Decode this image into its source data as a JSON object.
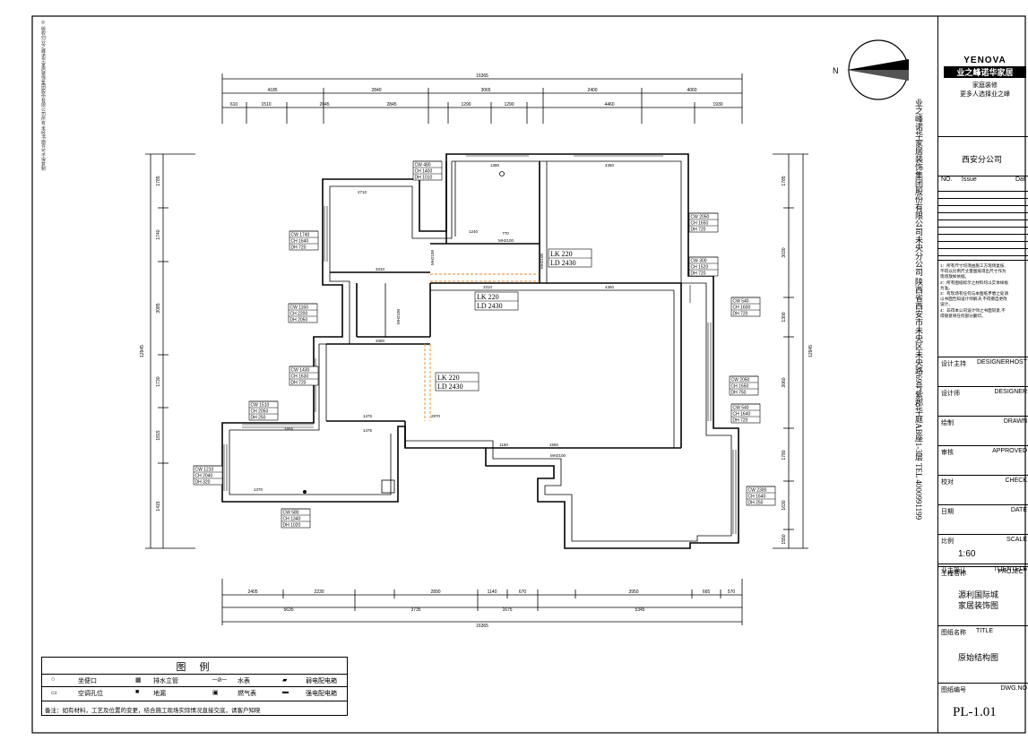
{
  "drawing": {
    "compass_letter": "N",
    "dims_top_total": "16365",
    "dims_top_row1": [
      "4185",
      "2840",
      "3065",
      "2400",
      "4060"
    ],
    "dims_top_row2": [
      "610",
      "1510",
      "2045",
      "2845",
      "1290",
      "1290",
      "4460",
      "1930"
    ],
    "dims_bottom_row1": [
      "2405",
      "2230",
      "2890",
      "1140",
      "670",
      "3950",
      "665",
      "570"
    ],
    "dims_bottom_row2": [
      "5635",
      "3735",
      "1675",
      "5345"
    ],
    "dims_bottom_total": "16365",
    "dims_left_total": "12945",
    "dims_left": [
      "1785",
      "1740",
      "3085",
      "1730",
      "1815",
      "1415"
    ],
    "dims_right_total": "12945",
    "dims_right": [
      "1785",
      "3030",
      "1300",
      "3060",
      "1780",
      "1630",
      "1550"
    ],
    "room_dims": [
      "2710",
      "3310",
      "1380",
      "4360",
      "3310",
      "4360",
      "3380",
      "1475",
      "1655",
      "1475",
      "1160",
      "2870",
      "1560",
      "770",
      "1240",
      "1370"
    ],
    "wall_heights": [
      "MH2100",
      "MH2100",
      "MH2100",
      "MH2100",
      "MH2100"
    ],
    "window_tags": [
      {
        "cw": "CW 480",
        "ch": "CH 1400",
        "dh": "DH 1010"
      },
      {
        "cw": "CW 1740",
        "ch": "CH 1640",
        "dh": "DH 720"
      },
      {
        "cw": "CW 2050",
        "ch": "CH 1650",
        "dh": "DH 720"
      },
      {
        "cw": "CW 300",
        "ch": "CH 1520",
        "dh": "DH 720"
      },
      {
        "cw": "CW 1160",
        "ch": "CH 2200",
        "dh": "DH 2050"
      },
      {
        "cw": "CW 540",
        "ch": "CH 1600",
        "dh": "DH 720"
      },
      {
        "cw": "CW 1430",
        "ch": "CH 1630",
        "dh": "DH 720"
      },
      {
        "cw": "CW 2050",
        "ch": "CH 1650",
        "dh": "DH 750"
      },
      {
        "cw": "CW 1510",
        "ch": "CH 2050",
        "dh": "DH 250"
      },
      {
        "cw": "CW 540",
        "ch": "CH 1640",
        "dh": "DH 720"
      },
      {
        "cw": "CW 1210",
        "ch": "CH 2040",
        "dh": "DH 320"
      },
      {
        "cw": "CW 2300",
        "ch": "CH 1640",
        "dh": "DH 250"
      },
      {
        "cw": "CW 580",
        "ch": "CH 1340",
        "dh": "DH 1020"
      }
    ],
    "beam_tags": [
      {
        "lk": "LK  220",
        "ld": "LD  2430"
      },
      {
        "lk": "LK  220",
        "ld": "LD  2430"
      },
      {
        "lk": "LK  220",
        "ld": "LD  2430"
      }
    ]
  },
  "legend": {
    "title": "图   例",
    "items_row1": [
      "坐便口",
      "排水立管",
      "水表",
      "弱电配电箱"
    ],
    "items_row2": [
      "空调孔位",
      "地漏",
      "燃气表",
      "强电配电箱"
    ],
    "note": "备注：如有材料，工艺及位置的变更，结合施工现场实际情况直接交底，请客户知晓"
  },
  "side_note": "◎ 版权归业之峰诺华家居装饰集团股份有限公司所有 未经书面许可不得复制",
  "company_vertical": "业之峰诺华家居装饰集团股份有限公司未央分公司  陕西省西安市未央区未央路69号紫郡华庭AB座1-3层  TEL 4000991199",
  "titleblock": {
    "brand": "YENOVA",
    "brand_cn": "业之峰诺华家居",
    "slogan1": "家庭装修",
    "slogan2": "更多人选择业之峰",
    "branch": "西安分公司",
    "no": "NO.",
    "issue": "Issue",
    "date_hdr": "Dat",
    "notes": [
      "1：所有尺寸均须由施工方现场复核,",
      "不得以比例尺丈量图纸得出尺寸作为",
      "现场放样依据。",
      "2：所有图纸标示之材料均以实体样板",
      "为准。",
      "3：有现场有任何与本图纸矛盾之处请",
      "以书面告知设计师解决,不得擅自更改",
      "设计。",
      "4：非得本公司设计师之书面同意,不",
      "得随意将任何部分翻印。"
    ],
    "rows": [
      {
        "cn": "设计主持",
        "en": "DESIGNERHOST",
        "val": ""
      },
      {
        "cn": "设计师",
        "en": "DESIGNER",
        "val": ""
      },
      {
        "cn": "绘制",
        "en": "DRAWN",
        "val": ""
      },
      {
        "cn": "审核",
        "en": "APPROVED",
        "val": ""
      },
      {
        "cn": "校对",
        "en": "CHECK",
        "val": ""
      },
      {
        "cn": "日期",
        "en": "DATE",
        "val": ""
      },
      {
        "cn": "比例",
        "en": "SCALE",
        "val": "1:60"
      },
      {
        "cn": "业主确认",
        "en": "TLIENTELE",
        "val": ""
      }
    ],
    "project_cn": "工程名称",
    "project_en": "PROJECT",
    "project_line1": "源利国际城",
    "project_line2": "家居装饰图",
    "title_cn": "图纸名称",
    "title_en": "TITLE",
    "title_val": "原始结构图",
    "dwg_cn": "图纸编号",
    "dwg_en": "DWG.NO",
    "dwg_val": "PL-1.01"
  }
}
